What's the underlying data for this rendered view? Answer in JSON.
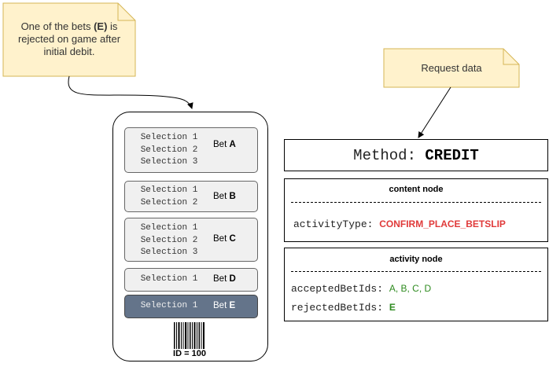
{
  "note_left": {
    "line1_pre": "One of the bets ",
    "line1_bold": "(E)",
    "line1_post": " is",
    "line2": "rejected on game after",
    "line3": "initial debit."
  },
  "note_right": {
    "text": "Request data"
  },
  "bets": [
    {
      "selections": [
        "Selection 1",
        "Selection 2",
        "Selection 3"
      ],
      "label": "Bet ",
      "letter": "A",
      "rejected": false
    },
    {
      "selections": [
        "Selection 1",
        "Selection 2"
      ],
      "label": "Bet ",
      "letter": "B",
      "rejected": false
    },
    {
      "selections": [
        "Selection 1",
        "Selection 2",
        "Selection 3"
      ],
      "label": "Bet ",
      "letter": "C",
      "rejected": false
    },
    {
      "selections": [
        "Selection 1"
      ],
      "label": "Bet ",
      "letter": "D",
      "rejected": false
    },
    {
      "selections": [
        "Selection 1"
      ],
      "label": "Bet ",
      "letter": "E",
      "rejected": true
    }
  ],
  "ticket_id": "ID = 100",
  "method": {
    "label": "Method: ",
    "value": "CREDIT"
  },
  "content_node": {
    "title": "content node",
    "key": "activityType: ",
    "value": "CONFIRM_PLACE_BETSLIP"
  },
  "activity_node": {
    "title": "activity node",
    "accepted_key": "acceptedBetIds: ",
    "accepted_value": "A, B, C, D",
    "rejected_key": "rejectedBetIds: ",
    "rejected_value": "E"
  },
  "colors": {
    "note_fill": "#fff2cc",
    "note_border": "#d6b656",
    "rejected_bet": "#64748a",
    "green": "#2e8b1f",
    "red": "#e03a3a"
  }
}
